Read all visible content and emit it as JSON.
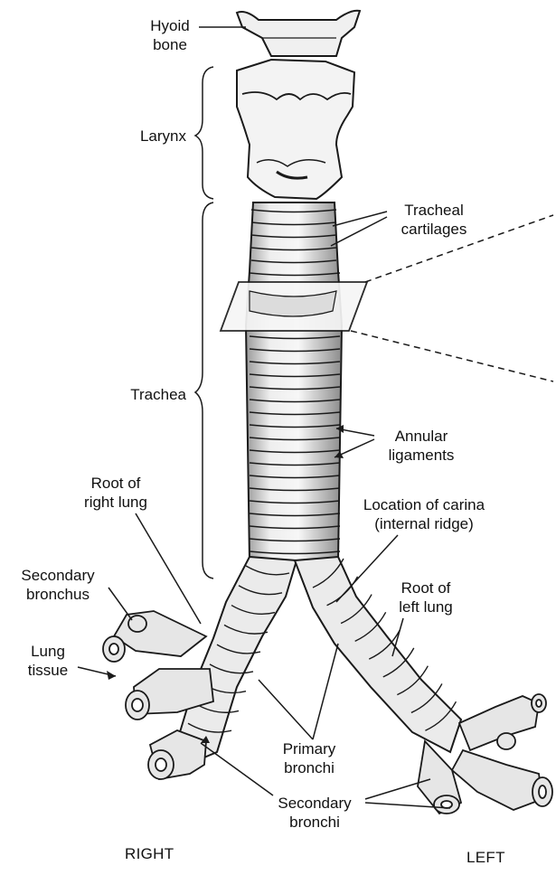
{
  "labels": {
    "hyoid": [
      "Hyoid",
      "bone"
    ],
    "larynx": "Larynx",
    "tracheal_cartilages": [
      "Tracheal",
      "cartilages"
    ],
    "trachea": "Trachea",
    "annular_ligaments": [
      "Annular",
      "ligaments"
    ],
    "root_right_lung": [
      "Root of",
      "right lung"
    ],
    "carina": [
      "Location of carina",
      "(internal ridge)"
    ],
    "secondary_bronchus": [
      "Secondary",
      "bronchus"
    ],
    "root_left_lung": [
      "Root of",
      "left lung"
    ],
    "lung_tissue": [
      "Lung",
      "tissue"
    ],
    "primary_bronchi": [
      "Primary",
      "bronchi"
    ],
    "secondary_bronchi": [
      "Secondary",
      "bronchi"
    ],
    "right": "RIGHT",
    "left": "LEFT"
  },
  "colors": {
    "ink": "#1a1a1a",
    "fill_light": "#f2f2f2",
    "fill_shade": "#c8c8c8"
  }
}
